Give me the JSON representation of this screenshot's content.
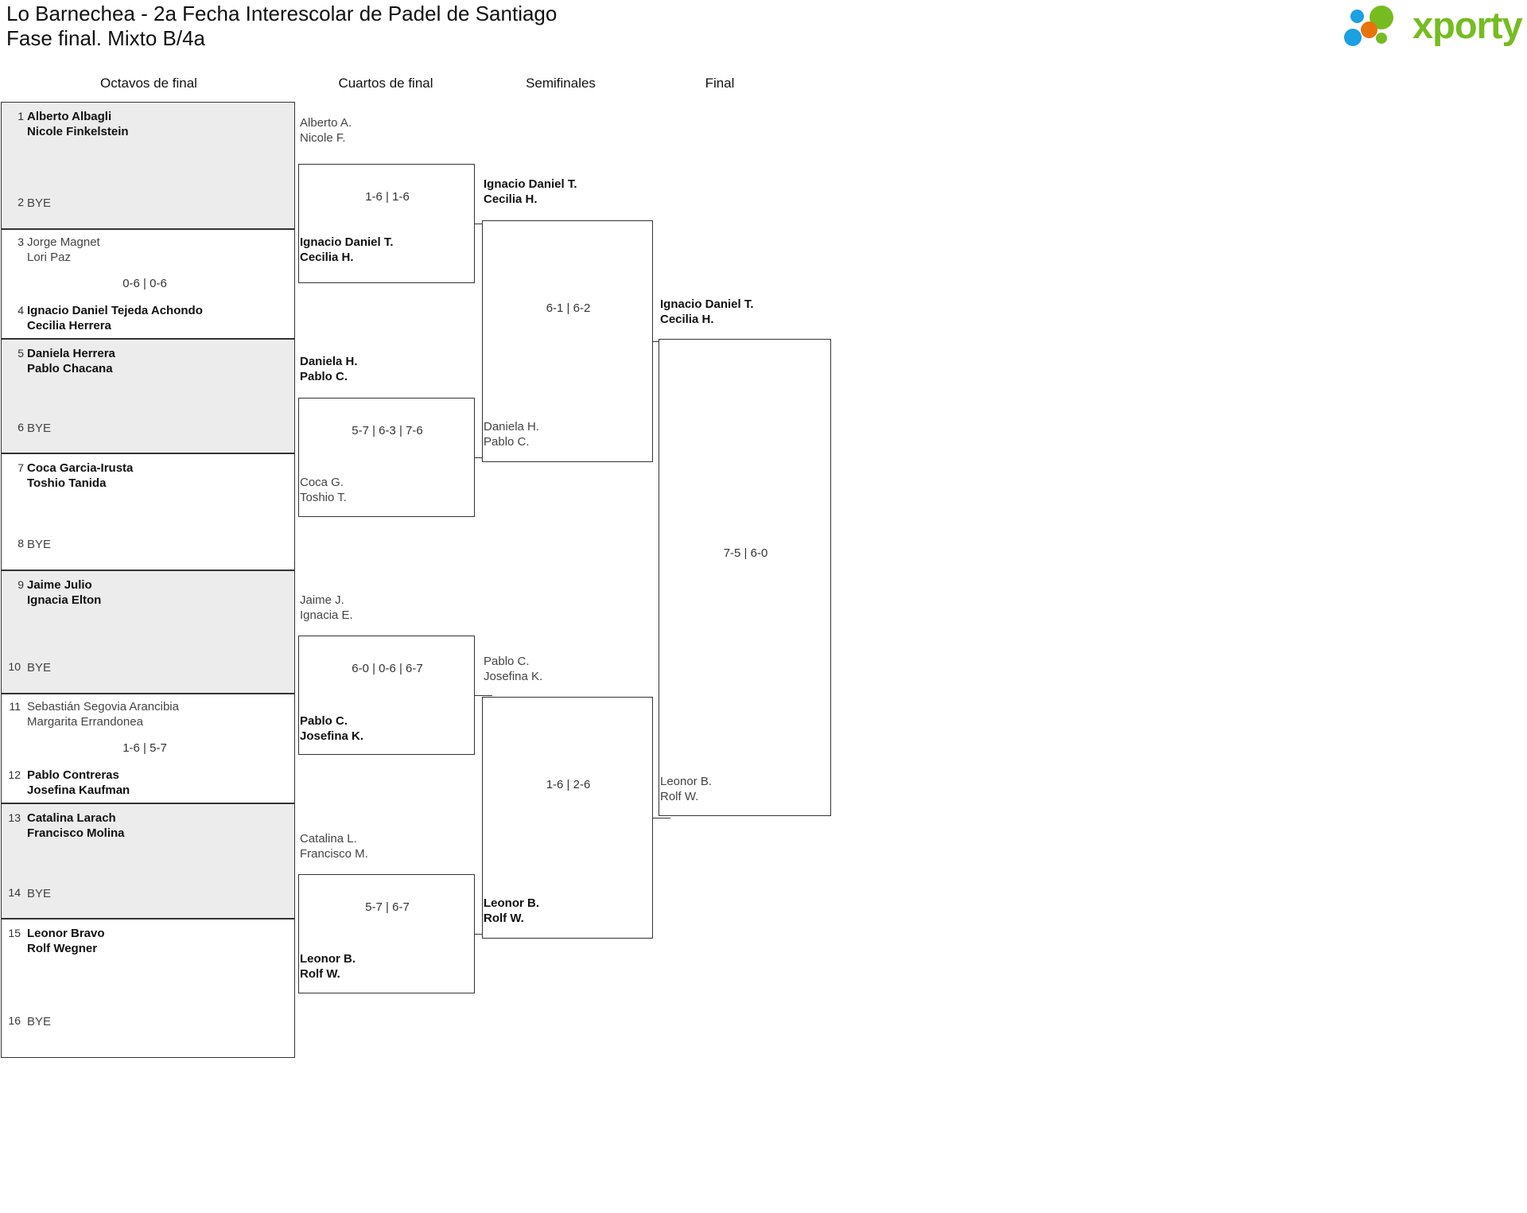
{
  "header": {
    "title_line1": "Lo Barnechea - 2a Fecha Interescolar de Padel de Santiago",
    "title_line2": "Fase final. Mixto B/4a",
    "logo_text": "xporty",
    "logo_colors": {
      "green": "#76bc21",
      "blue": "#1ba0e2",
      "orange": "#e8730c"
    }
  },
  "rounds": [
    {
      "id": "r16",
      "label": "Octavos de final"
    },
    {
      "id": "qf",
      "label": "Cuartos de final"
    },
    {
      "id": "sf",
      "label": "Semifinales"
    },
    {
      "id": "final",
      "label": "Final"
    }
  ],
  "round1": {
    "matches": [
      {
        "shaded": true,
        "score": "",
        "top": {
          "seed": "1",
          "line1": "Alberto Albagli",
          "line2": "Nicole Finkelstein",
          "status": "win",
          "bye": false
        },
        "bottom": {
          "seed": "2",
          "line1": "BYE",
          "line2": "",
          "status": "bye",
          "bye": true
        }
      },
      {
        "shaded": false,
        "score": "0-6 | 0-6",
        "top": {
          "seed": "3",
          "line1": "Jorge Magnet",
          "line2": "Lori Paz",
          "status": "lose",
          "bye": false
        },
        "bottom": {
          "seed": "4",
          "line1": "Ignacio Daniel Tejeda Achondo",
          "line2": "Cecilia Herrera",
          "status": "win",
          "bye": false
        }
      },
      {
        "shaded": true,
        "score": "",
        "top": {
          "seed": "5",
          "line1": "Daniela Herrera",
          "line2": "Pablo Chacana",
          "status": "win",
          "bye": false
        },
        "bottom": {
          "seed": "6",
          "line1": "BYE",
          "line2": "",
          "status": "bye",
          "bye": true
        }
      },
      {
        "shaded": false,
        "score": "",
        "top": {
          "seed": "7",
          "line1": "Coca Garcia-Irusta",
          "line2": "Toshio Tanida",
          "status": "win",
          "bye": false
        },
        "bottom": {
          "seed": "8",
          "line1": "BYE",
          "line2": "",
          "status": "bye",
          "bye": true
        }
      },
      {
        "shaded": true,
        "score": "",
        "top": {
          "seed": "9",
          "line1": "Jaime Julio",
          "line2": "Ignacia Elton",
          "status": "win",
          "bye": false
        },
        "bottom": {
          "seed": "10",
          "line1": "BYE",
          "line2": "",
          "status": "bye",
          "bye": true
        }
      },
      {
        "shaded": false,
        "score": "1-6 | 5-7",
        "top": {
          "seed": "11",
          "line1": "Sebastián Segovia Arancibia",
          "line2": "Margarita Errandonea",
          "status": "lose",
          "bye": false
        },
        "bottom": {
          "seed": "12",
          "line1": "Pablo Contreras",
          "line2": "Josefina Kaufman",
          "status": "win",
          "bye": false
        }
      },
      {
        "shaded": true,
        "score": "",
        "top": {
          "seed": "13",
          "line1": "Catalina Larach",
          "line2": "Francisco Molina",
          "status": "win",
          "bye": false
        },
        "bottom": {
          "seed": "14",
          "line1": "BYE",
          "line2": "",
          "status": "bye",
          "bye": true
        }
      },
      {
        "shaded": false,
        "score": "",
        "top": {
          "seed": "15",
          "line1": "Leonor Bravo",
          "line2": "Rolf Wegner",
          "status": "win",
          "bye": false
        },
        "bottom": {
          "seed": "16",
          "line1": "BYE",
          "line2": "",
          "status": "bye",
          "bye": true
        }
      }
    ]
  },
  "quarterfinals": {
    "matches": [
      {
        "score": "1-6 | 1-6",
        "top": {
          "line1": "Alberto A.",
          "line2": "Nicole F.",
          "status": "lose"
        },
        "bottom": {
          "line1": "Ignacio Daniel T.",
          "line2": "Cecilia H.",
          "status": "win"
        }
      },
      {
        "score": "5-7 | 6-3 | 7-6",
        "top": {
          "line1": "Daniela H.",
          "line2": "Pablo C.",
          "status": "win"
        },
        "bottom": {
          "line1": "Coca G.",
          "line2": "Toshio T.",
          "status": "lose"
        }
      },
      {
        "score": "6-0 | 0-6 | 6-7",
        "top": {
          "line1": "Jaime J.",
          "line2": "Ignacia E.",
          "status": "lose"
        },
        "bottom": {
          "line1": "Pablo C.",
          "line2": "Josefina K.",
          "status": "win"
        }
      },
      {
        "score": "5-7 | 6-7",
        "top": {
          "line1": "Catalina L.",
          "line2": "Francisco M.",
          "status": "lose"
        },
        "bottom": {
          "line1": "Leonor B.",
          "line2": "Rolf W.",
          "status": "win"
        }
      }
    ]
  },
  "semifinals": {
    "matches": [
      {
        "score": "6-1 | 6-2",
        "top": {
          "line1": "Ignacio Daniel T.",
          "line2": "Cecilia H.",
          "status": "win"
        },
        "bottom": {
          "line1": "Daniela H.",
          "line2": "Pablo C.",
          "status": "lose"
        }
      },
      {
        "score": "1-6 | 2-6",
        "top": {
          "line1": "Pablo C.",
          "line2": "Josefina K.",
          "status": "lose"
        },
        "bottom": {
          "line1": "Leonor B.",
          "line2": "Rolf W.",
          "status": "win"
        }
      }
    ]
  },
  "final": {
    "matches": [
      {
        "score": "7-5 | 6-0",
        "top": {
          "line1": "Ignacio Daniel T.",
          "line2": "Cecilia H.",
          "status": "win"
        },
        "bottom": {
          "line1": "Leonor B.",
          "line2": "Rolf W.",
          "status": "lose"
        }
      }
    ]
  }
}
